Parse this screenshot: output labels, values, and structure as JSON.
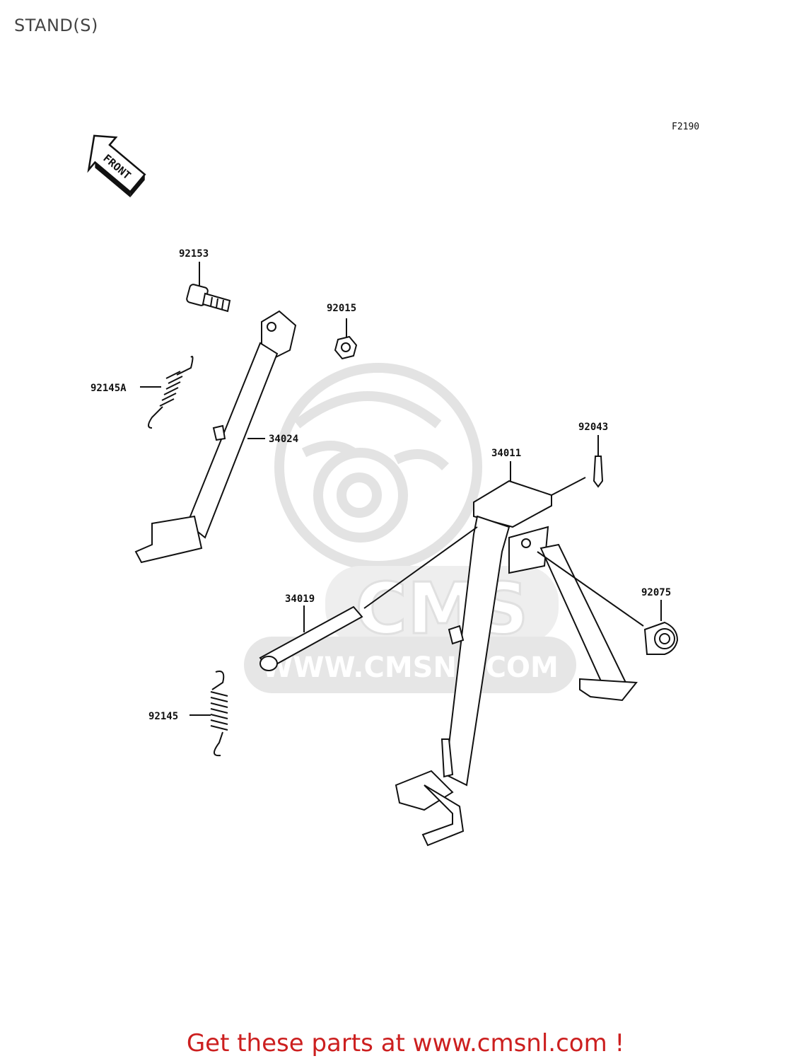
{
  "page": {
    "title": "STAND(S)",
    "figure_code": "F2190"
  },
  "front_marker": {
    "label": "FRONT",
    "icon": "front-arrow-icon"
  },
  "watermark": {
    "logo_text": "CMS",
    "url_text": "WWW.CMSNL.COM",
    "color": "#e3e3e3"
  },
  "parts": {
    "p92153": "92153",
    "p92015": "92015",
    "p92145A": "92145A",
    "p34024": "34024",
    "p92043": "92043",
    "p34011": "34011",
    "p92075": "92075",
    "p34019": "34019",
    "p92145": "92145"
  },
  "footer": {
    "cta_text": "Get these parts at www.cmsnl.com !",
    "cta_color": "#cc1f1f"
  }
}
